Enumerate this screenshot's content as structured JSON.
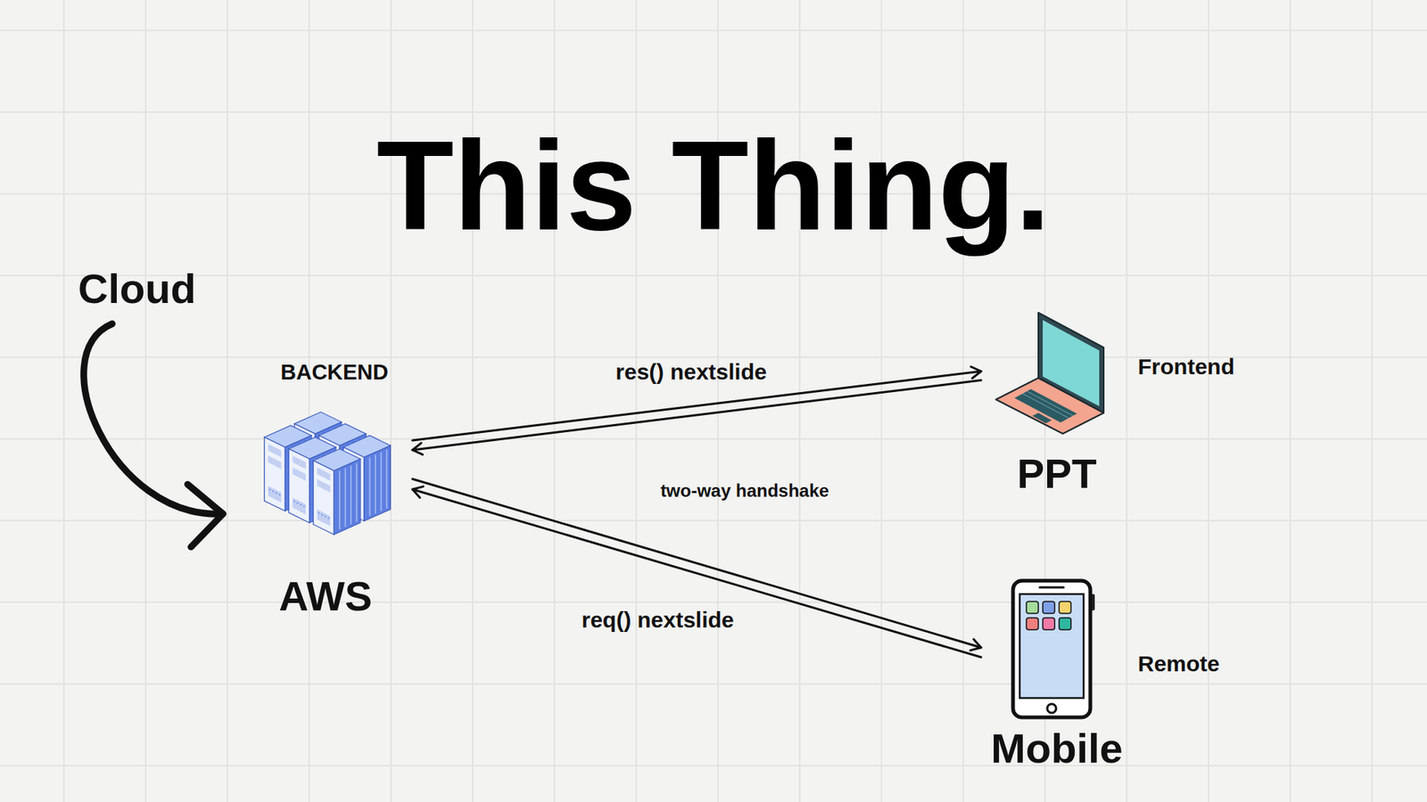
{
  "diagram": {
    "title": "This Thing.",
    "nodes": [
      {
        "text": [
          "Cloud"
        ]
      },
      {
        "text": [
          "BACKEND",
          "AWS"
        ]
      },
      {
        "text": [
          "PPT",
          "Frontend"
        ]
      },
      {
        "text": [
          "Mobile",
          "Remote"
        ]
      }
    ],
    "edges": [
      {
        "from": 0,
        "to": 1,
        "arrow": "to"
      },
      {
        "from": 1,
        "to": 2,
        "label": "res() nextslide",
        "arrow": "to"
      },
      {
        "from": 2,
        "to": 1,
        "arrow": "to"
      },
      {
        "from": 1,
        "to": 3,
        "arrow": "to"
      },
      {
        "from": 3,
        "to": 1,
        "label": "req() nextslide",
        "arrow": "to"
      }
    ],
    "labels": [
      "two-way handshake"
    ]
  }
}
